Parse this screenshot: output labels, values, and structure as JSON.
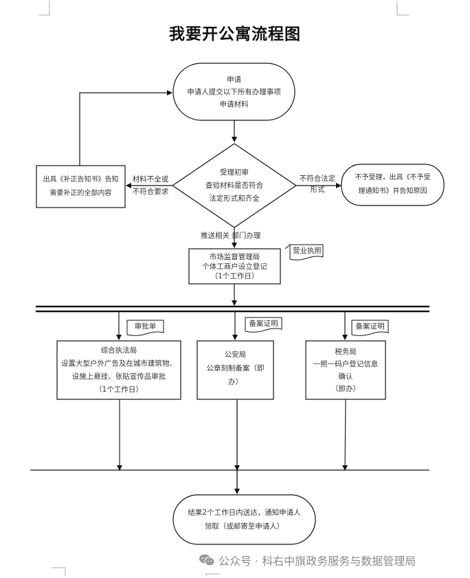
{
  "title": "我要开公寓流程图",
  "nodes": {
    "apply": [
      "申请",
      "申请人提交以下所有办理事项",
      "申请材料"
    ],
    "review": [
      "受理初审",
      "查验材料是否符合",
      "法定形式和齐全"
    ],
    "supplement": [
      "出具《补正告知书》告知",
      "需要补正的全部内容"
    ],
    "reject": [
      "不予受理，出具《不予受",
      "理通知书》并告知原因"
    ],
    "market": [
      "市场监督管理局",
      "个体工商户设立登记",
      "（1个工作日）"
    ],
    "enforcement": [
      "综合执法局",
      "设置大型户外广告及在城市建筑物、",
      "设施上悬挂、张贴宣传品审批",
      "（1个工作日）"
    ],
    "police": [
      "公安局",
      "公章刻制备案（即",
      "办）"
    ],
    "tax": [
      "税务局",
      "一照一码户登记信息",
      "确认",
      "（即办）"
    ],
    "result": [
      "结果2个工作日内送达，通知申请人",
      "领取（或邮寄至申请人）"
    ]
  },
  "edge_labels": {
    "incomplete": [
      "材料不全或",
      "不符合要求"
    ],
    "nonconform": [
      "不符合法定",
      "形式"
    ],
    "push": "推送相关 部门办理"
  },
  "documents": {
    "license": "营业执照",
    "approval": "审批单",
    "record_police": "备案证明",
    "record_tax": "备案证明"
  },
  "watermark": "公众号 · 科右中旗政务服务与数据管理局"
}
